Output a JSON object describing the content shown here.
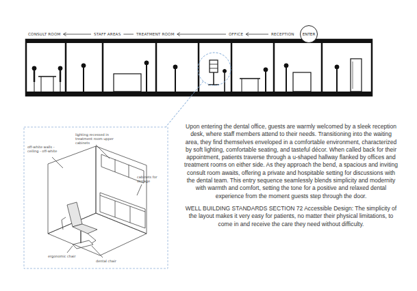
{
  "diagram": {
    "nodes": [
      {
        "text": [
          "ENTER"
        ]
      }
    ],
    "labels": [
      "CONSULT ROOM",
      "STAFF AREAS",
      "TREATMENT ROOM",
      "OFFICE",
      "RECEPTION",
      "off-white walls - ceiling - off-white",
      "lighting recessed in treatment room upper cabinets",
      "cabinets for storage",
      "ergonomic chair",
      "dental chair",
      "Upon entering the dental office, guests are warmly welcomed by a sleek reception desk, where staff members attend to their needs. Transitioning into the waiting area, they find themselves enveloped in a comfortable environment, characterized by soft lighting, comfortable seating, and tasteful décor. When called back for their appointment, patients traverse through a u-shaped hallway flanked by offices and treatment rooms on either side. As they approach the bend, a spacious and inviting consult room awaits, offering a private and hospitable setting for discussions with the dental team. This entry sequence seamlessly blends simplicity and modernity with warmth and comfort, setting the tone for a positive and relaxed dental experience from the moment guests step through the door.",
      "WELL BUILDING STANDARDS SECTION 72 Accessible Design: The simplicity of the layout makes it very easy for patients, no matter their physical limitations, to come in and receive the care they need without difficulty."
    ]
  }
}
